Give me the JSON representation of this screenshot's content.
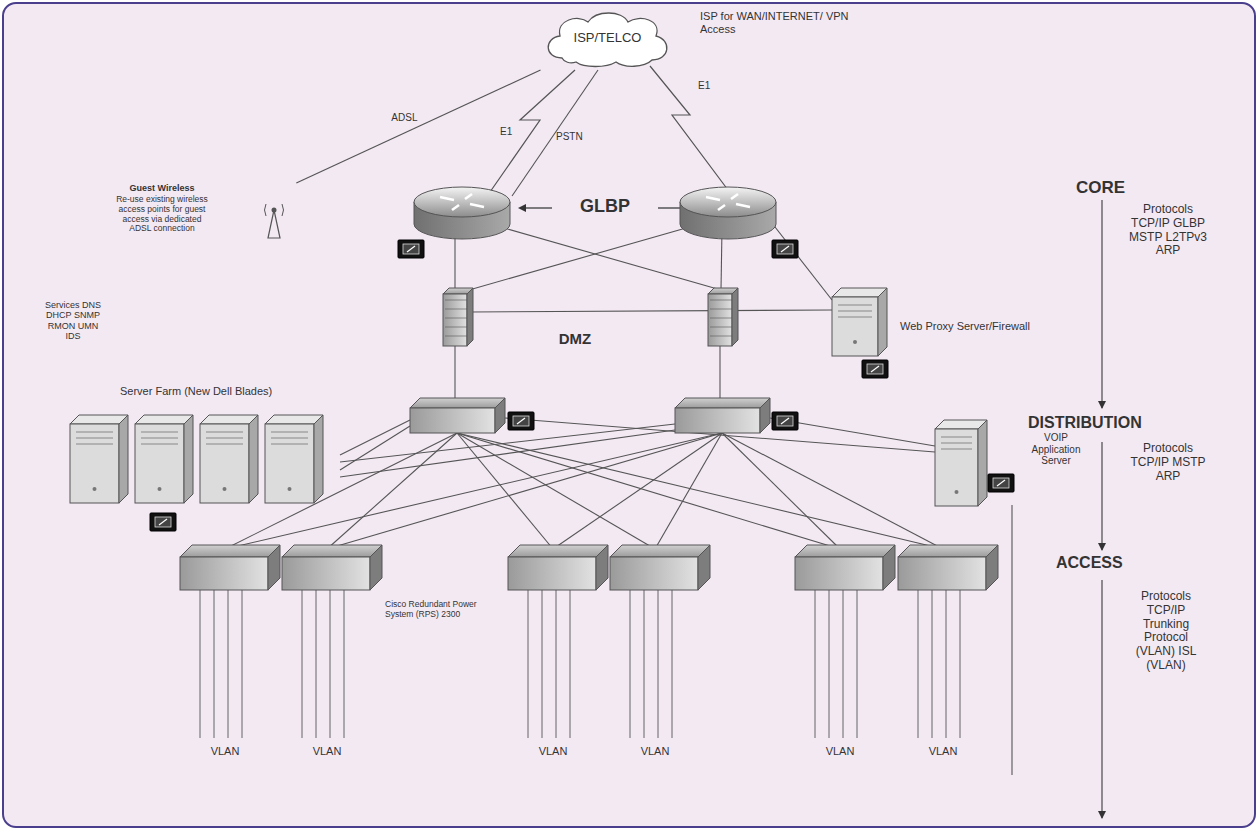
{
  "diagram": {
    "nodes": [
      {
        "text": [
          "ISP/TELCO"
        ]
      },
      {
        "text": [
          "Guest Wireless",
          "Re-use existing wireless access points for guest access via dedicated ADSL connection"
        ]
      },
      {
        "text": [
          "Web Proxy Server/Firewall"
        ]
      },
      {
        "text": [
          "Server Farm (New Dell Blades)"
        ]
      },
      {
        "text": [
          "VOIP Application Server"
        ]
      }
    ],
    "edges": [
      {
        "from": 0,
        "to": 1,
        "arrow": "none",
        "label": "ADSL"
      }
    ],
    "labels": [
      "ISP for WAN/INTERNET/ VPN Access",
      "E1",
      "PSTN",
      "E1",
      "GLBP",
      "DMZ",
      "Services DNS DHCP SNMP RMON UMN IDS",
      "Cisco Redundant Power System (RPS) 2300",
      "VLAN",
      "VLAN",
      "VLAN",
      "VLAN",
      "VLAN",
      "VLAN",
      "CORE",
      "Protocols TCP/IP GLBP MSTP L2TPv3 ARP",
      "DISTRIBUTION",
      "Protocols TCP/IP MSTP ARP",
      "ACCESS",
      "Protocols TCP/IP Trunking Protocol (VLAN) ISL (VLAN)"
    ]
  }
}
